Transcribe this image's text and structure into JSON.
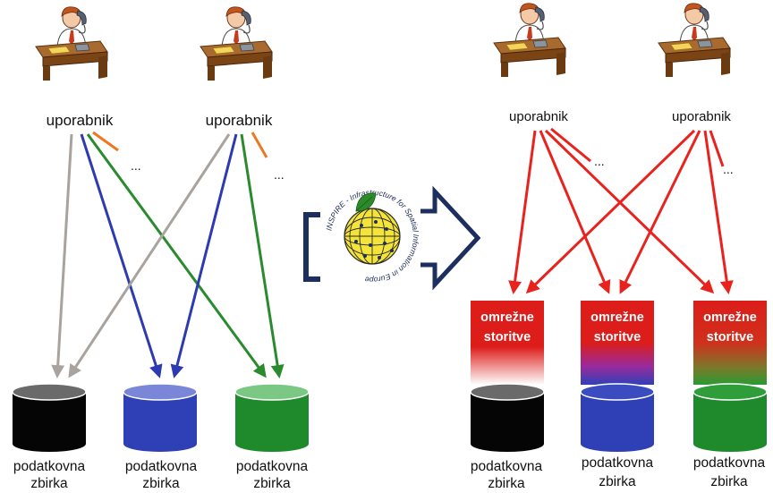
{
  "left_side": {
    "users": [
      {
        "label": "uporabnik",
        "more": "..."
      },
      {
        "label": "uporabnik",
        "more": "..."
      }
    ],
    "databases": [
      {
        "line1": "podatkovna",
        "line2": "zbirka",
        "color": "#000000"
      },
      {
        "line1": "podatkovna",
        "line2": "zbirka",
        "color": "#2f3fb5"
      },
      {
        "line1": "podatkovna",
        "line2": "zbirka",
        "color": "#1f8a2c"
      }
    ]
  },
  "right_side": {
    "users": [
      {
        "label": "uporabnik",
        "more": "..."
      },
      {
        "label": "uporabnik",
        "more": "..."
      }
    ],
    "services": [
      {
        "line1": "omrežne",
        "line2": "storitve"
      },
      {
        "line1": "omrežne",
        "line2": "storitve"
      },
      {
        "line1": "omrežne",
        "line2": "storitve"
      }
    ],
    "databases": [
      {
        "line1": "podatkovna",
        "line2": "zbirka",
        "color": "#000000"
      },
      {
        "line1": "podatkovna",
        "line2": "zbirka",
        "color": "#2f3fb5"
      },
      {
        "line1": "podatkovna",
        "line2": "zbirka",
        "color": "#1f8a2c"
      }
    ]
  },
  "logo": {
    "text": "INSPIRE - Infrastructure for Spatial Information in Europe"
  },
  "colors": {
    "gray": "#a8a39e",
    "blue": "#2e3bb0",
    "green": "#2a8a2e",
    "orange": "#ee7722",
    "red": "#e8231e",
    "arrow_outline": "#1c2f5f"
  }
}
